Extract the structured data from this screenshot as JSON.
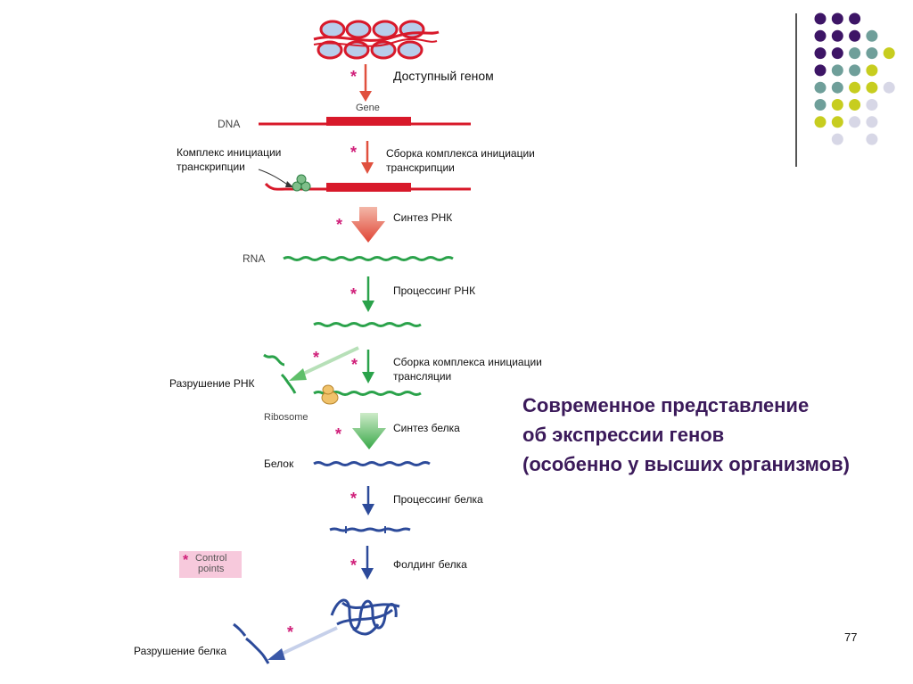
{
  "title_lines": [
    "Современное представление",
    "об экспрессии генов",
    "(особенно у высших организмов)"
  ],
  "page_number": "77",
  "labels": {
    "accessible_genome": "Доступный геном",
    "gene": "Gene",
    "dna": "DNA",
    "init_complex_l1": "Комплекс инициации",
    "init_complex_l2": "транскрипции",
    "assembly_tx_l1": "Сборка комплекса инициации",
    "assembly_tx_l2": "транскрипции",
    "rna_synthesis": "Синтез РНК",
    "rna": "RNA",
    "rna_processing": "Процессинг РНК",
    "rna_degradation": "Разрушение РНК",
    "assembly_tl_l1": "Сборка комплекса инициации",
    "assembly_tl_l2": "трансляции",
    "ribosome": "Ribosome",
    "protein_synthesis": "Синтез белка",
    "protein": "Белок",
    "protein_processing": "Процессинг белка",
    "control_points_l1": "Control",
    "control_points_l2": "points",
    "protein_folding": "Фолдинг белка",
    "protein_degradation": "Разрушение белка"
  },
  "colors": {
    "dna_red": "#d8192a",
    "arrow_red": "#e0503e",
    "rna_green": "#2aa24a",
    "protein_blue": "#2c4a9a",
    "star_magenta": "#d0207a",
    "title_purple": "#3b1a5a",
    "dot_purple": "#3d1566",
    "dot_teal": "#6f9f9a",
    "dot_yellow": "#c7cd1f",
    "dot_lavender": "#d7d7e6"
  },
  "dot_grid": [
    [
      "purple",
      "purple",
      "purple",
      "none",
      "none"
    ],
    [
      "purple",
      "purple",
      "purple",
      "teal",
      "none"
    ],
    [
      "purple",
      "purple",
      "teal",
      "teal",
      "yellow"
    ],
    [
      "purple",
      "teal",
      "teal",
      "yellow",
      "none"
    ],
    [
      "teal",
      "teal",
      "yellow",
      "yellow",
      "lavender"
    ],
    [
      "teal",
      "yellow",
      "yellow",
      "lavender",
      "none"
    ],
    [
      "yellow",
      "yellow",
      "lavender",
      "lavender",
      "none"
    ],
    [
      "none",
      "lavender",
      "none",
      "lavender",
      "none"
    ]
  ]
}
